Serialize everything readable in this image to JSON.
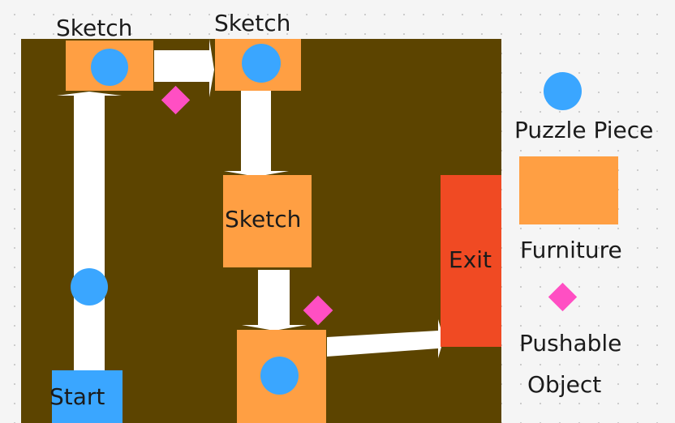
{
  "colors": {
    "board": "#5c4400",
    "furniture": "#ff9f43",
    "puzzle": "#3aa6ff",
    "pushable": "#ff4fc3",
    "exit": "#f04a23",
    "start": "#3aa6ff",
    "arrow": "#ffffff"
  },
  "map": {
    "sketch_labels": [
      "Sketch",
      "Sketch",
      "Sketch"
    ],
    "exit_label": "Exit",
    "start_label": "Start"
  },
  "legend": {
    "puzzle_piece": "Puzzle Piece",
    "furniture": "Furniture",
    "pushable_line1": "Pushable",
    "pushable_line2": "Object"
  }
}
